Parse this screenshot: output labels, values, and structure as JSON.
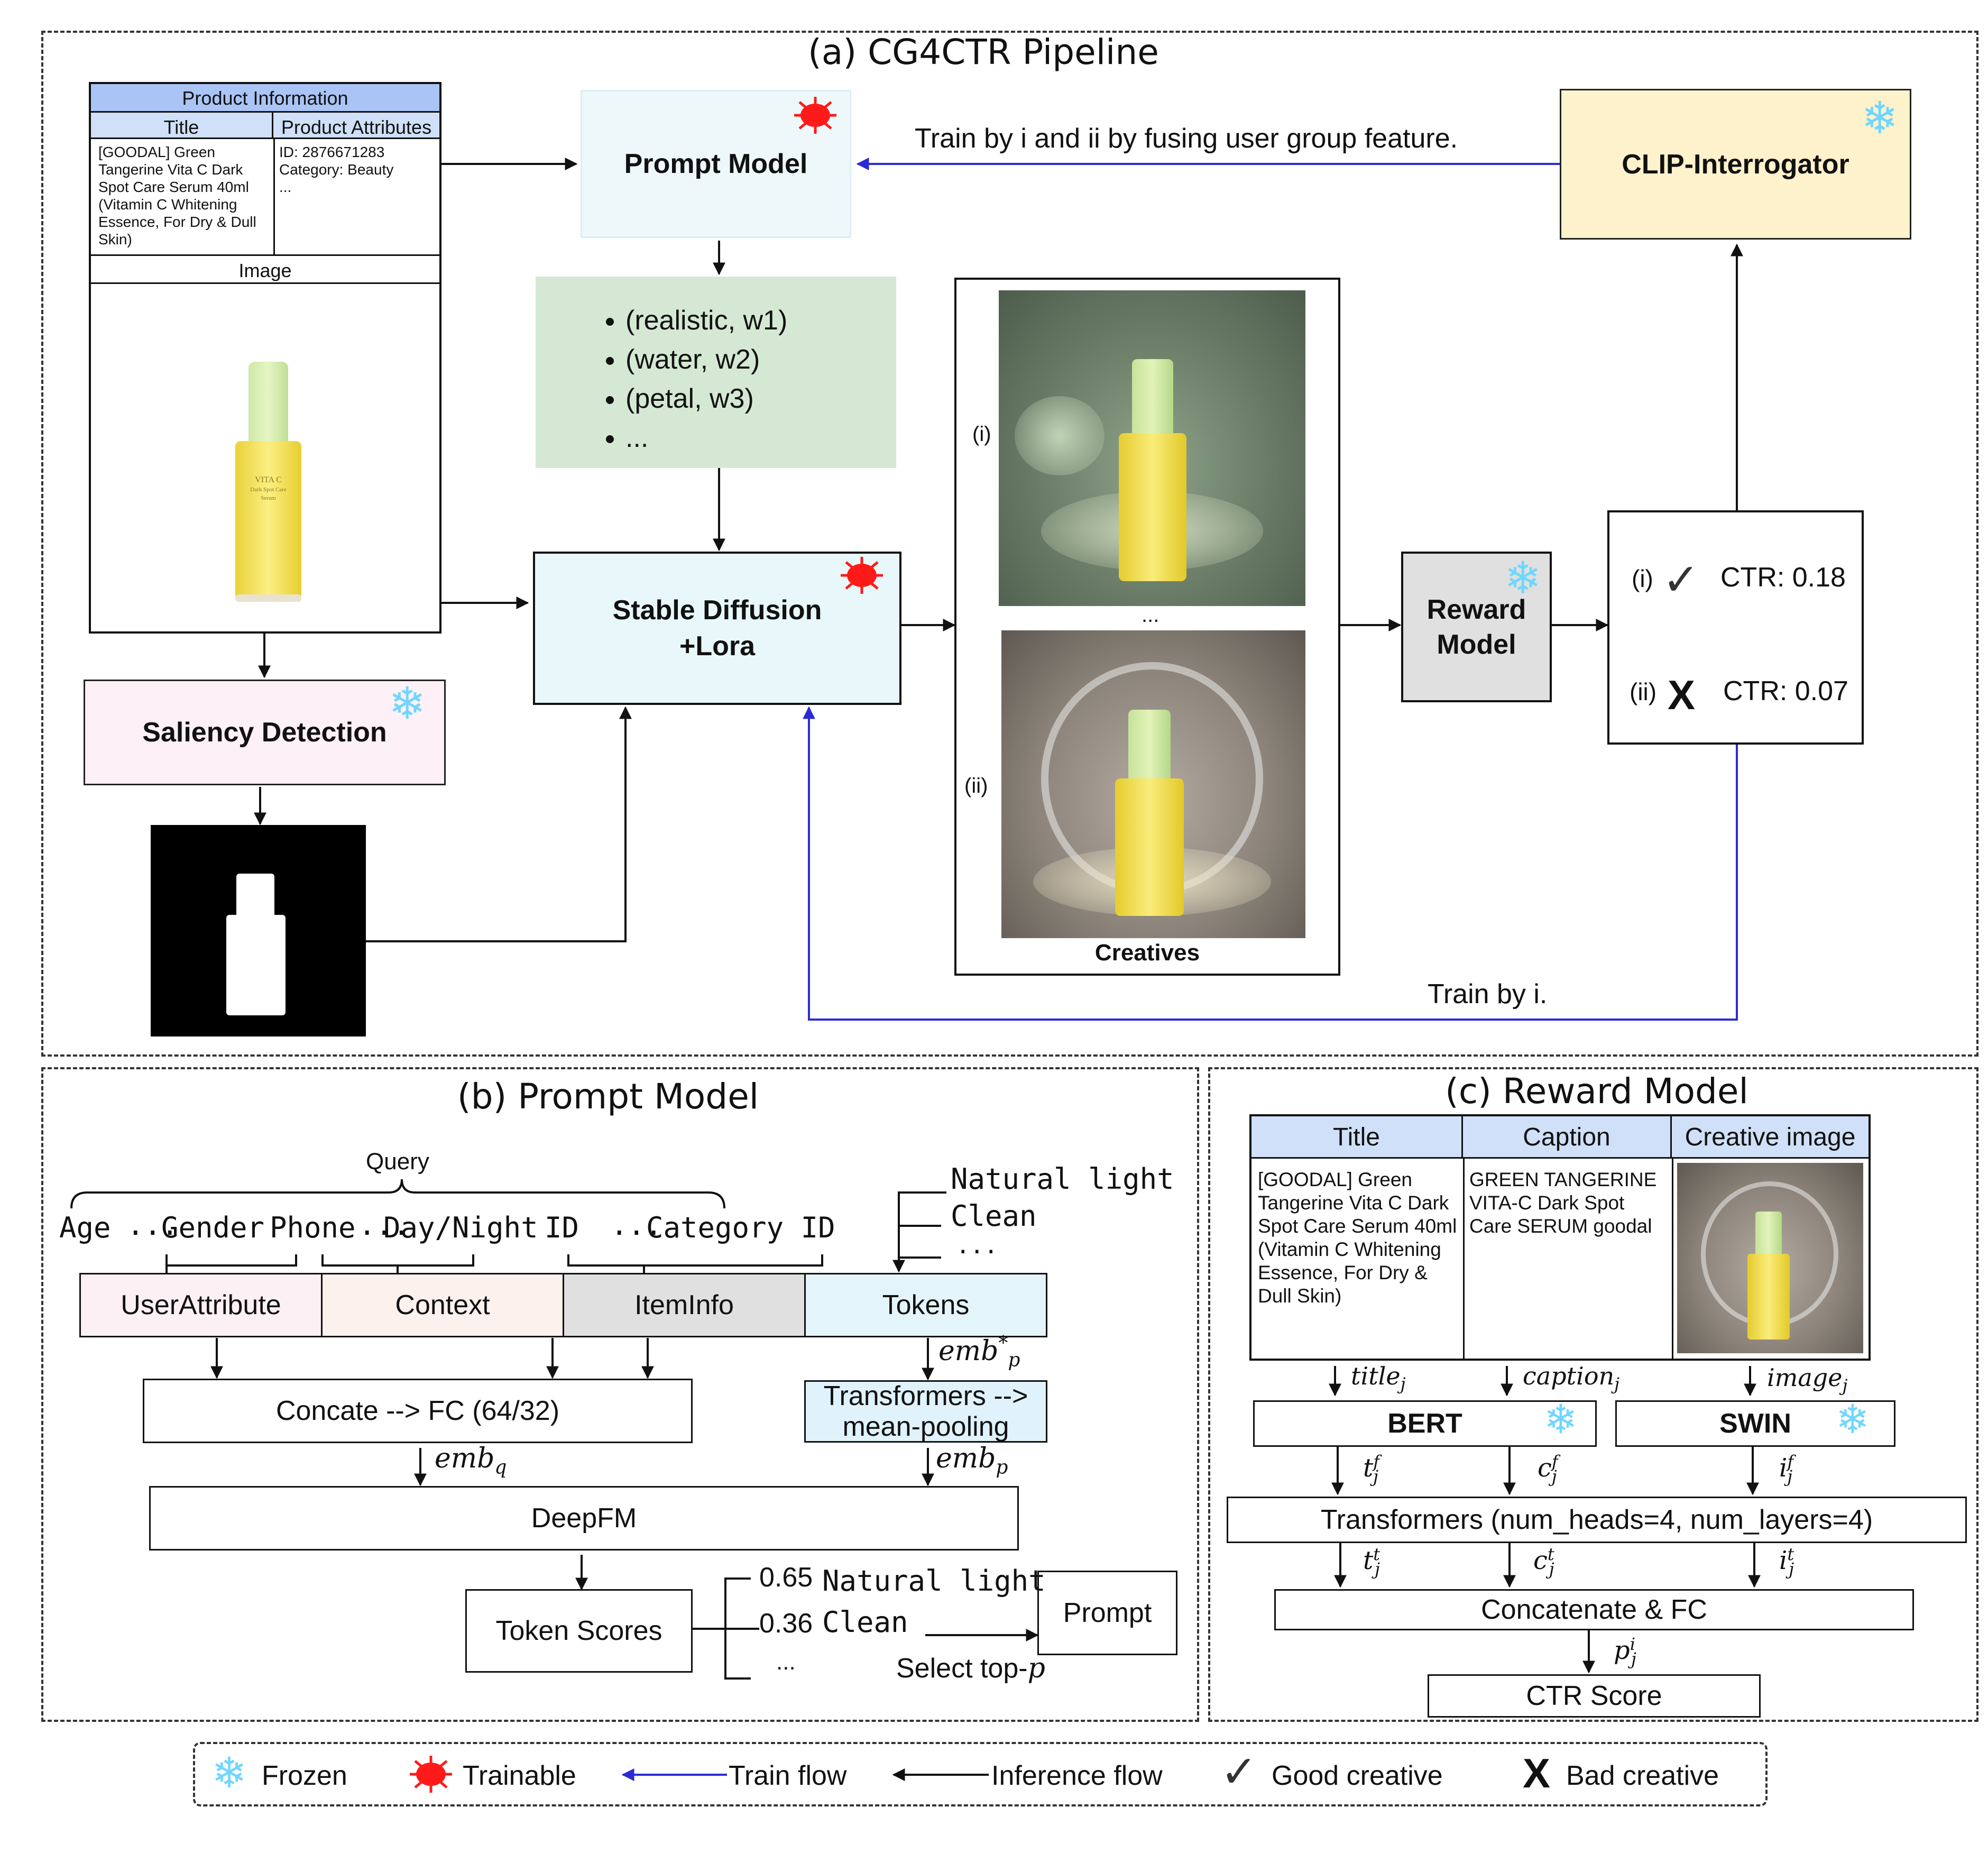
{
  "panel_a": {
    "title": "(a) CG4CTR Pipeline",
    "product_info": {
      "header": "Product Information",
      "col_title": "Title",
      "col_attrs": "Product Attributes",
      "title_text": "[GOODAL] Green Tangerine Vita C Dark Spot Care Serum 40ml (Vitamin C Whitening Essence, For Dry & Dull Skin)",
      "attr_lines": [
        "ID: 2876671283",
        "Category: Beauty",
        "..."
      ],
      "image_label": "Image",
      "bottle_text": [
        "VITA C",
        "Dark Spot Care",
        "Serum"
      ]
    },
    "prompt_model": "Prompt Model",
    "weights": [
      "(realistic, w1)",
      "(water, w2)",
      "(petal, w3)",
      "..."
    ],
    "stable_diffusion": [
      "Stable Diffusion",
      "+Lora"
    ],
    "saliency": "Saliency Detection",
    "clip": "CLIP-Interrogator",
    "train_top": "Train by i and ii by fusing user group feature.",
    "creatives_label": "Creatives",
    "creative_i": "(i)",
    "creative_ii": "(ii)",
    "ellipsis": "...",
    "reward_model": [
      "Reward",
      "Model"
    ],
    "ctr_i_label": "(i)",
    "ctr_i": "CTR: 0.18",
    "ctr_ii_label": "(ii)",
    "ctr_ii": "CTR: 0.07",
    "train_bottom": "Train by i."
  },
  "panel_b": {
    "title": "(b) Prompt Model",
    "query": "Query",
    "features": [
      "Age",
      "...",
      "Gender",
      "Phone",
      "...",
      "Day/Night",
      "ID",
      "...",
      "Category ID"
    ],
    "tokens_list": [
      "Natural light",
      "Clean",
      "..."
    ],
    "user_attr": "UserAttribute",
    "context": "Context",
    "item_info": "ItemInfo",
    "tokens": "Tokens",
    "emb_p_star": "emb*p",
    "concat_fc": "Concate --> FC (64/32)",
    "transformers": [
      "Transformers -->",
      "mean-pooling"
    ],
    "emb_q": "embq",
    "emb_p": "embp",
    "deepfm": "DeepFM",
    "token_scores": "Token Scores",
    "score_1": "0.65",
    "token_1": "Natural light",
    "score_2": "0.36",
    "token_2": "Clean",
    "score_more": "...",
    "select": "Select top-",
    "select_p": "p",
    "prompt": "Prompt"
  },
  "panel_c": {
    "title": "(c) Reward Model",
    "headers": [
      "Title",
      "Caption",
      "Creative image"
    ],
    "title_text": "[GOODAL] Green Tangerine Vita C Dark Spot Care Serum 40ml (Vitamin C Whitening Essence, For Dry & Dull Skin)",
    "caption_text": "GREEN TANGERINE VITA-C Dark Spot Care SERUM goodal",
    "var_title": "titlej",
    "var_caption": "captionj",
    "var_image": "imagej",
    "bert": "BERT",
    "swin": "SWIN",
    "tf": "tfj",
    "cf": "cfj",
    "if": "ifj",
    "transformers": "Transformers (num_heads=4, num_layers=4)",
    "tt": "ttj",
    "ct": "ctj",
    "it": "itj",
    "concat": "Concatenate & FC",
    "pi": "pij",
    "ctr_score": "CTR Score"
  },
  "legend": {
    "frozen": "Frozen",
    "trainable": "Trainable",
    "train_flow": "Train flow",
    "inference_flow": "Inference flow",
    "good": "Good creative",
    "bad": "Bad creative"
  },
  "colors": {
    "info_header": "#a9c4f5",
    "info_subheader": "#cfe0f8",
    "prompt_model": "#eef8fb",
    "weights_box": "#d5e8d4",
    "stable_diffusion": "#e8f8fa",
    "saliency": "#fdf0f6",
    "clip": "#fdf2cc",
    "reward": "#e0e0e0",
    "user_attr": "#fdf0f5",
    "context": "#fdf1ee",
    "item_info": "#e0e0e0",
    "tokens": "#e4f4fb",
    "transformers_b": "#e0f2fb",
    "train_flow": "#2b2bd6",
    "trainable": "#ff1a1a",
    "frozen": "#6fd6ff"
  }
}
